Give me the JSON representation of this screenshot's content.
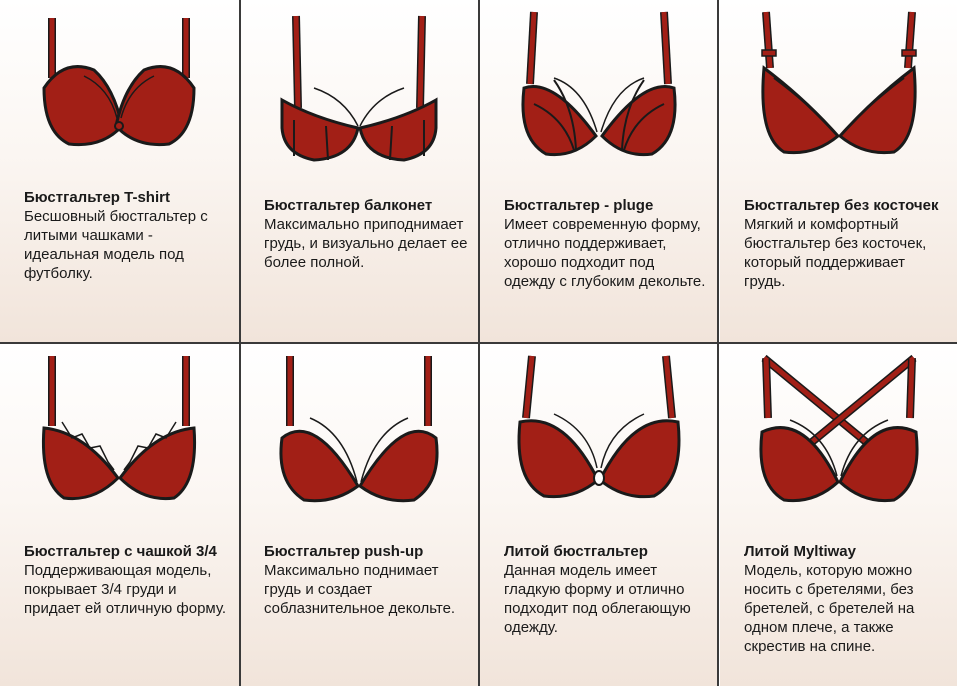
{
  "colors": {
    "fabric": "#a21f16",
    "outline": "#1a1a1a",
    "divider": "#3a3a3a"
  },
  "cards": [
    {
      "title": "Бюстгальтер T-shirt",
      "desc": "Бесшовный бюстгальтер с литыми чашками - идеальная модель под футболку.",
      "icon": "tshirt-bra-icon"
    },
    {
      "title": "Бюстгальтер балконет",
      "desc": "Максимально приподнимает грудь, и визуально делает ее более полной.",
      "icon": "balconette-bra-icon"
    },
    {
      "title": "Бюстгальтер - pluge",
      "desc": "Имеет современную форму, отлично поддерживает, хорошо подходит под одежду с глубоким декольте.",
      "icon": "plunge-bra-icon"
    },
    {
      "title": "Бюстгальтер без косточек",
      "desc": "Мягкий и комфортный бюстгальтер без косточек, который поддерживает грудь.",
      "icon": "wireless-bra-icon"
    },
    {
      "title": "Бюстгальтер с чашкой 3/4",
      "desc": "Поддерживающая модель, покрывает 3/4 груди и придает ей отличную форму.",
      "icon": "three-quarter-cup-bra-icon"
    },
    {
      "title": "Бюстгальтер push-up",
      "desc": "Максимально поднимает грудь и создает соблазнительное декольте.",
      "icon": "pushup-bra-icon"
    },
    {
      "title": "Литой бюстгальтер",
      "desc": "Данная модель имеет гладкую форму и отлично подходит под облегающую одежду.",
      "icon": "molded-bra-icon"
    },
    {
      "title": "Литой Myltiway",
      "desc": "Модель, которую можно носить с бретелями, без бретелей, с бретелей на одном плече, а также скрестив на спине.",
      "icon": "multiway-bra-icon"
    }
  ]
}
